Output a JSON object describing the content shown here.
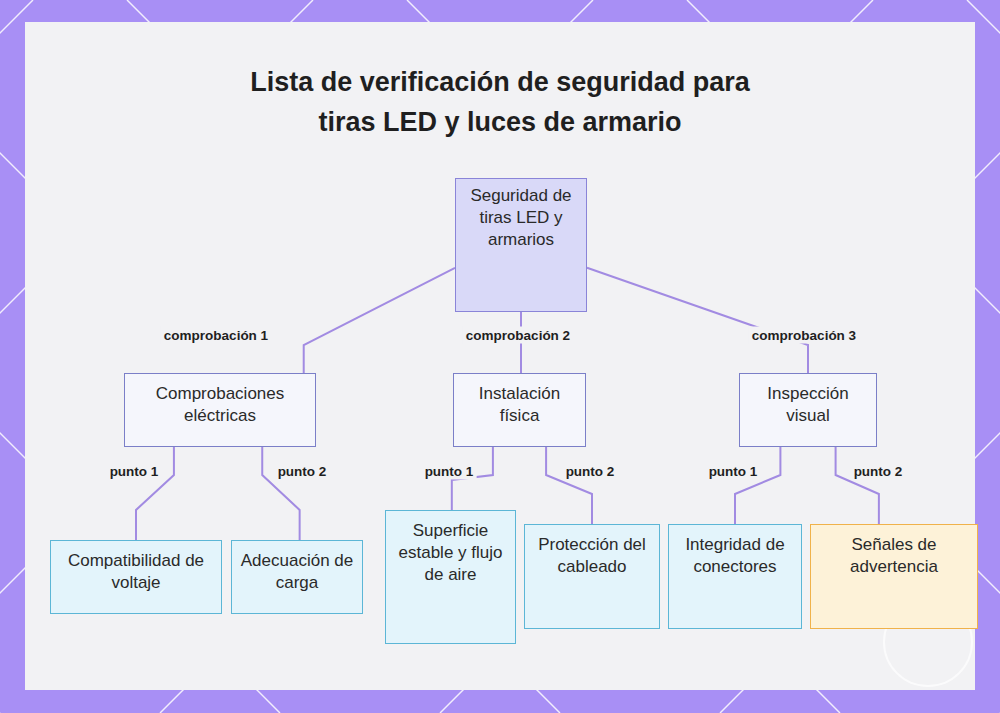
{
  "diagram": {
    "title": "Lista de verificación de seguridad para tiras LED y luces de armario",
    "nodes": [
      {
        "text": [
          "Seguridad de tiras LED y armarios"
        ]
      },
      {
        "text": [
          "Comprobaciones eléctricas"
        ]
      },
      {
        "text": [
          "Instalación física"
        ]
      },
      {
        "text": [
          "Inspección visual"
        ]
      },
      {
        "text": [
          "Compatibilidad de voltaje"
        ]
      },
      {
        "text": [
          "Adecuación de carga"
        ]
      },
      {
        "text": [
          "Superficie estable y flujo de aire"
        ]
      },
      {
        "text": [
          "Protección del cableado"
        ]
      },
      {
        "text": [
          "Integridad de conectores"
        ]
      },
      {
        "text": [
          "Señales de advertencia"
        ]
      }
    ],
    "edges": [
      {
        "from": 0,
        "to": 1,
        "label": "comprobación 1",
        "arrow": "none"
      },
      {
        "from": 0,
        "to": 2,
        "label": "comprobación 2",
        "arrow": "none"
      },
      {
        "from": 0,
        "to": 3,
        "label": "comprobación 3",
        "arrow": "none"
      },
      {
        "from": 1,
        "to": 4,
        "label": "punto 1",
        "arrow": "none"
      },
      {
        "from": 1,
        "to": 5,
        "label": "punto 2",
        "arrow": "none"
      },
      {
        "from": 2,
        "to": 6,
        "label": "punto 1",
        "arrow": "none"
      },
      {
        "from": 2,
        "to": 7,
        "label": "punto 2",
        "arrow": "none"
      },
      {
        "from": 3,
        "to": 8,
        "label": "punto 1",
        "arrow": "none"
      },
      {
        "from": 3,
        "to": 9,
        "label": "punto 2",
        "arrow": "none"
      }
    ]
  }
}
